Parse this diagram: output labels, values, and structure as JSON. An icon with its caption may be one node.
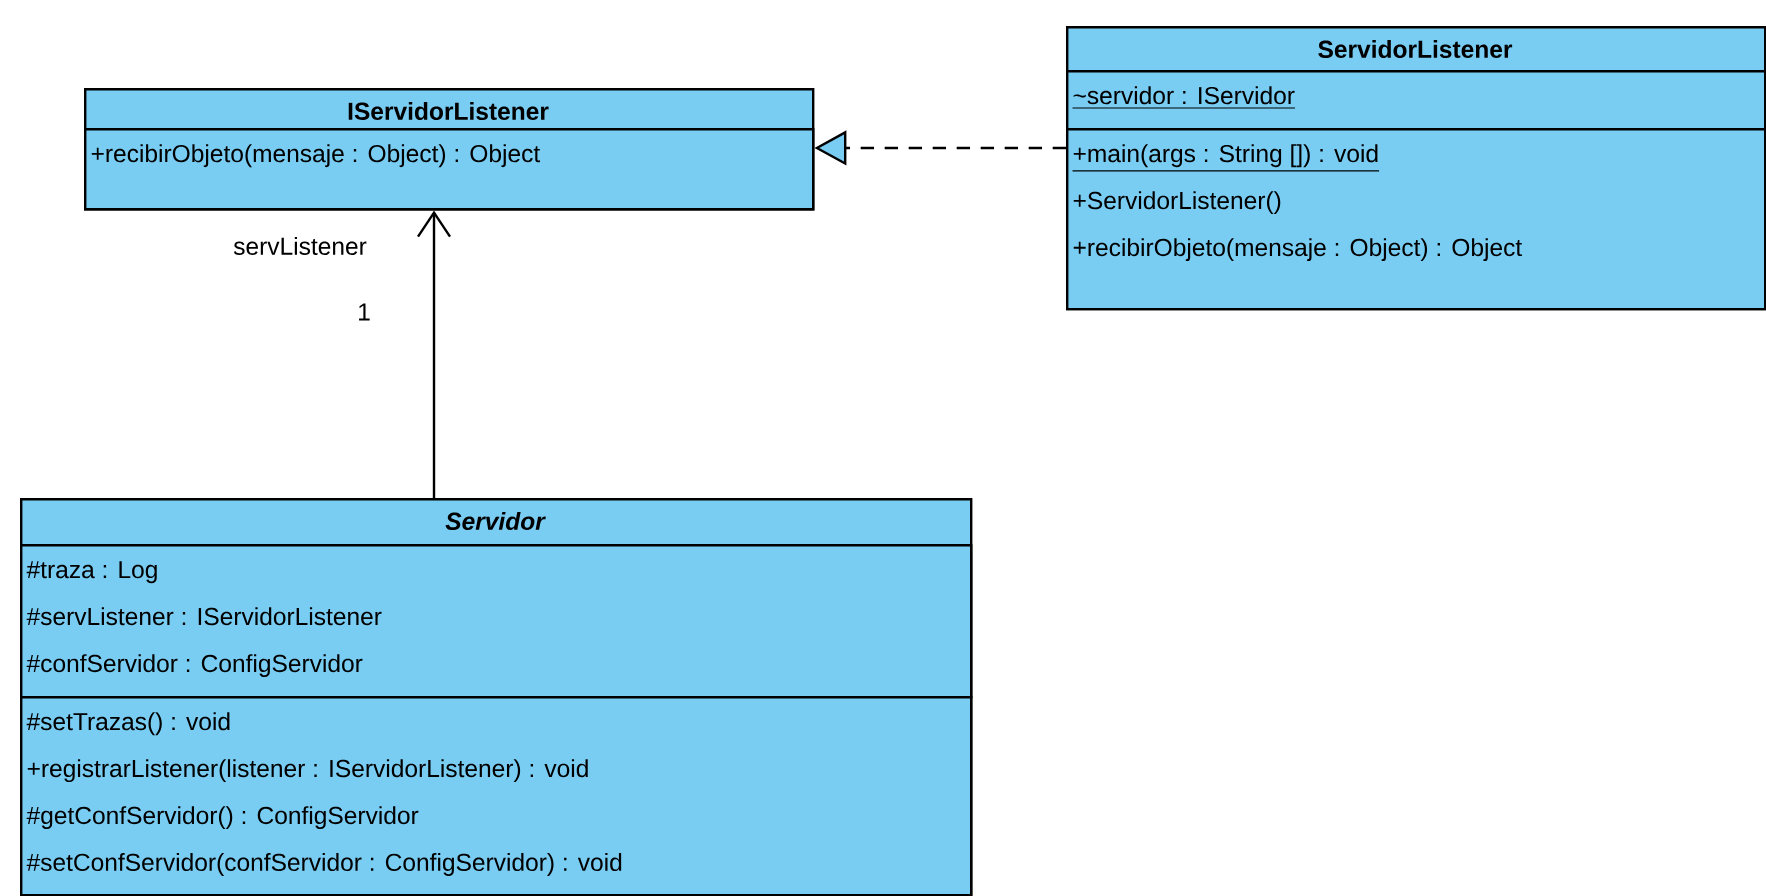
{
  "diagram": {
    "nodes": [
      {
        "text": [
          "IServidorListener"
        ]
      },
      {
        "text": [
          "+recibirObjeto(mensaje : Object) : Object"
        ],
        "in": 0
      },
      {
        "text": [
          "ServidorListener"
        ]
      },
      {
        "text": [
          "~servidor : IServidor"
        ],
        "in": 2
      },
      {
        "text": [
          "+main(args : String []) : void",
          "+ServidorListener()",
          "+recibirObjeto(mensaje : Object) : Object"
        ],
        "in": 2
      },
      {
        "text": [
          "Servidor"
        ]
      },
      {
        "text": [
          "#traza : Log",
          "#servListener : IServidorListener",
          "#confServidor : ConfigServidor"
        ],
        "in": 5
      },
      {
        "text": [
          "#setTrazas() : void",
          "+registrarListener(listener : IServidorListener) : void",
          "#getConfServidor() : ConfigServidor",
          "#setConfServidor(confServidor : ConfigServidor) : void"
        ],
        "in": 5
      }
    ],
    "edges": [
      {
        "from": 5,
        "to": 0,
        "arrow": "to"
      },
      {
        "from": 2,
        "to": 0,
        "arrow": "to",
        "style": "dashed"
      }
    ],
    "labels": [
      "servListener",
      "1"
    ]
  }
}
